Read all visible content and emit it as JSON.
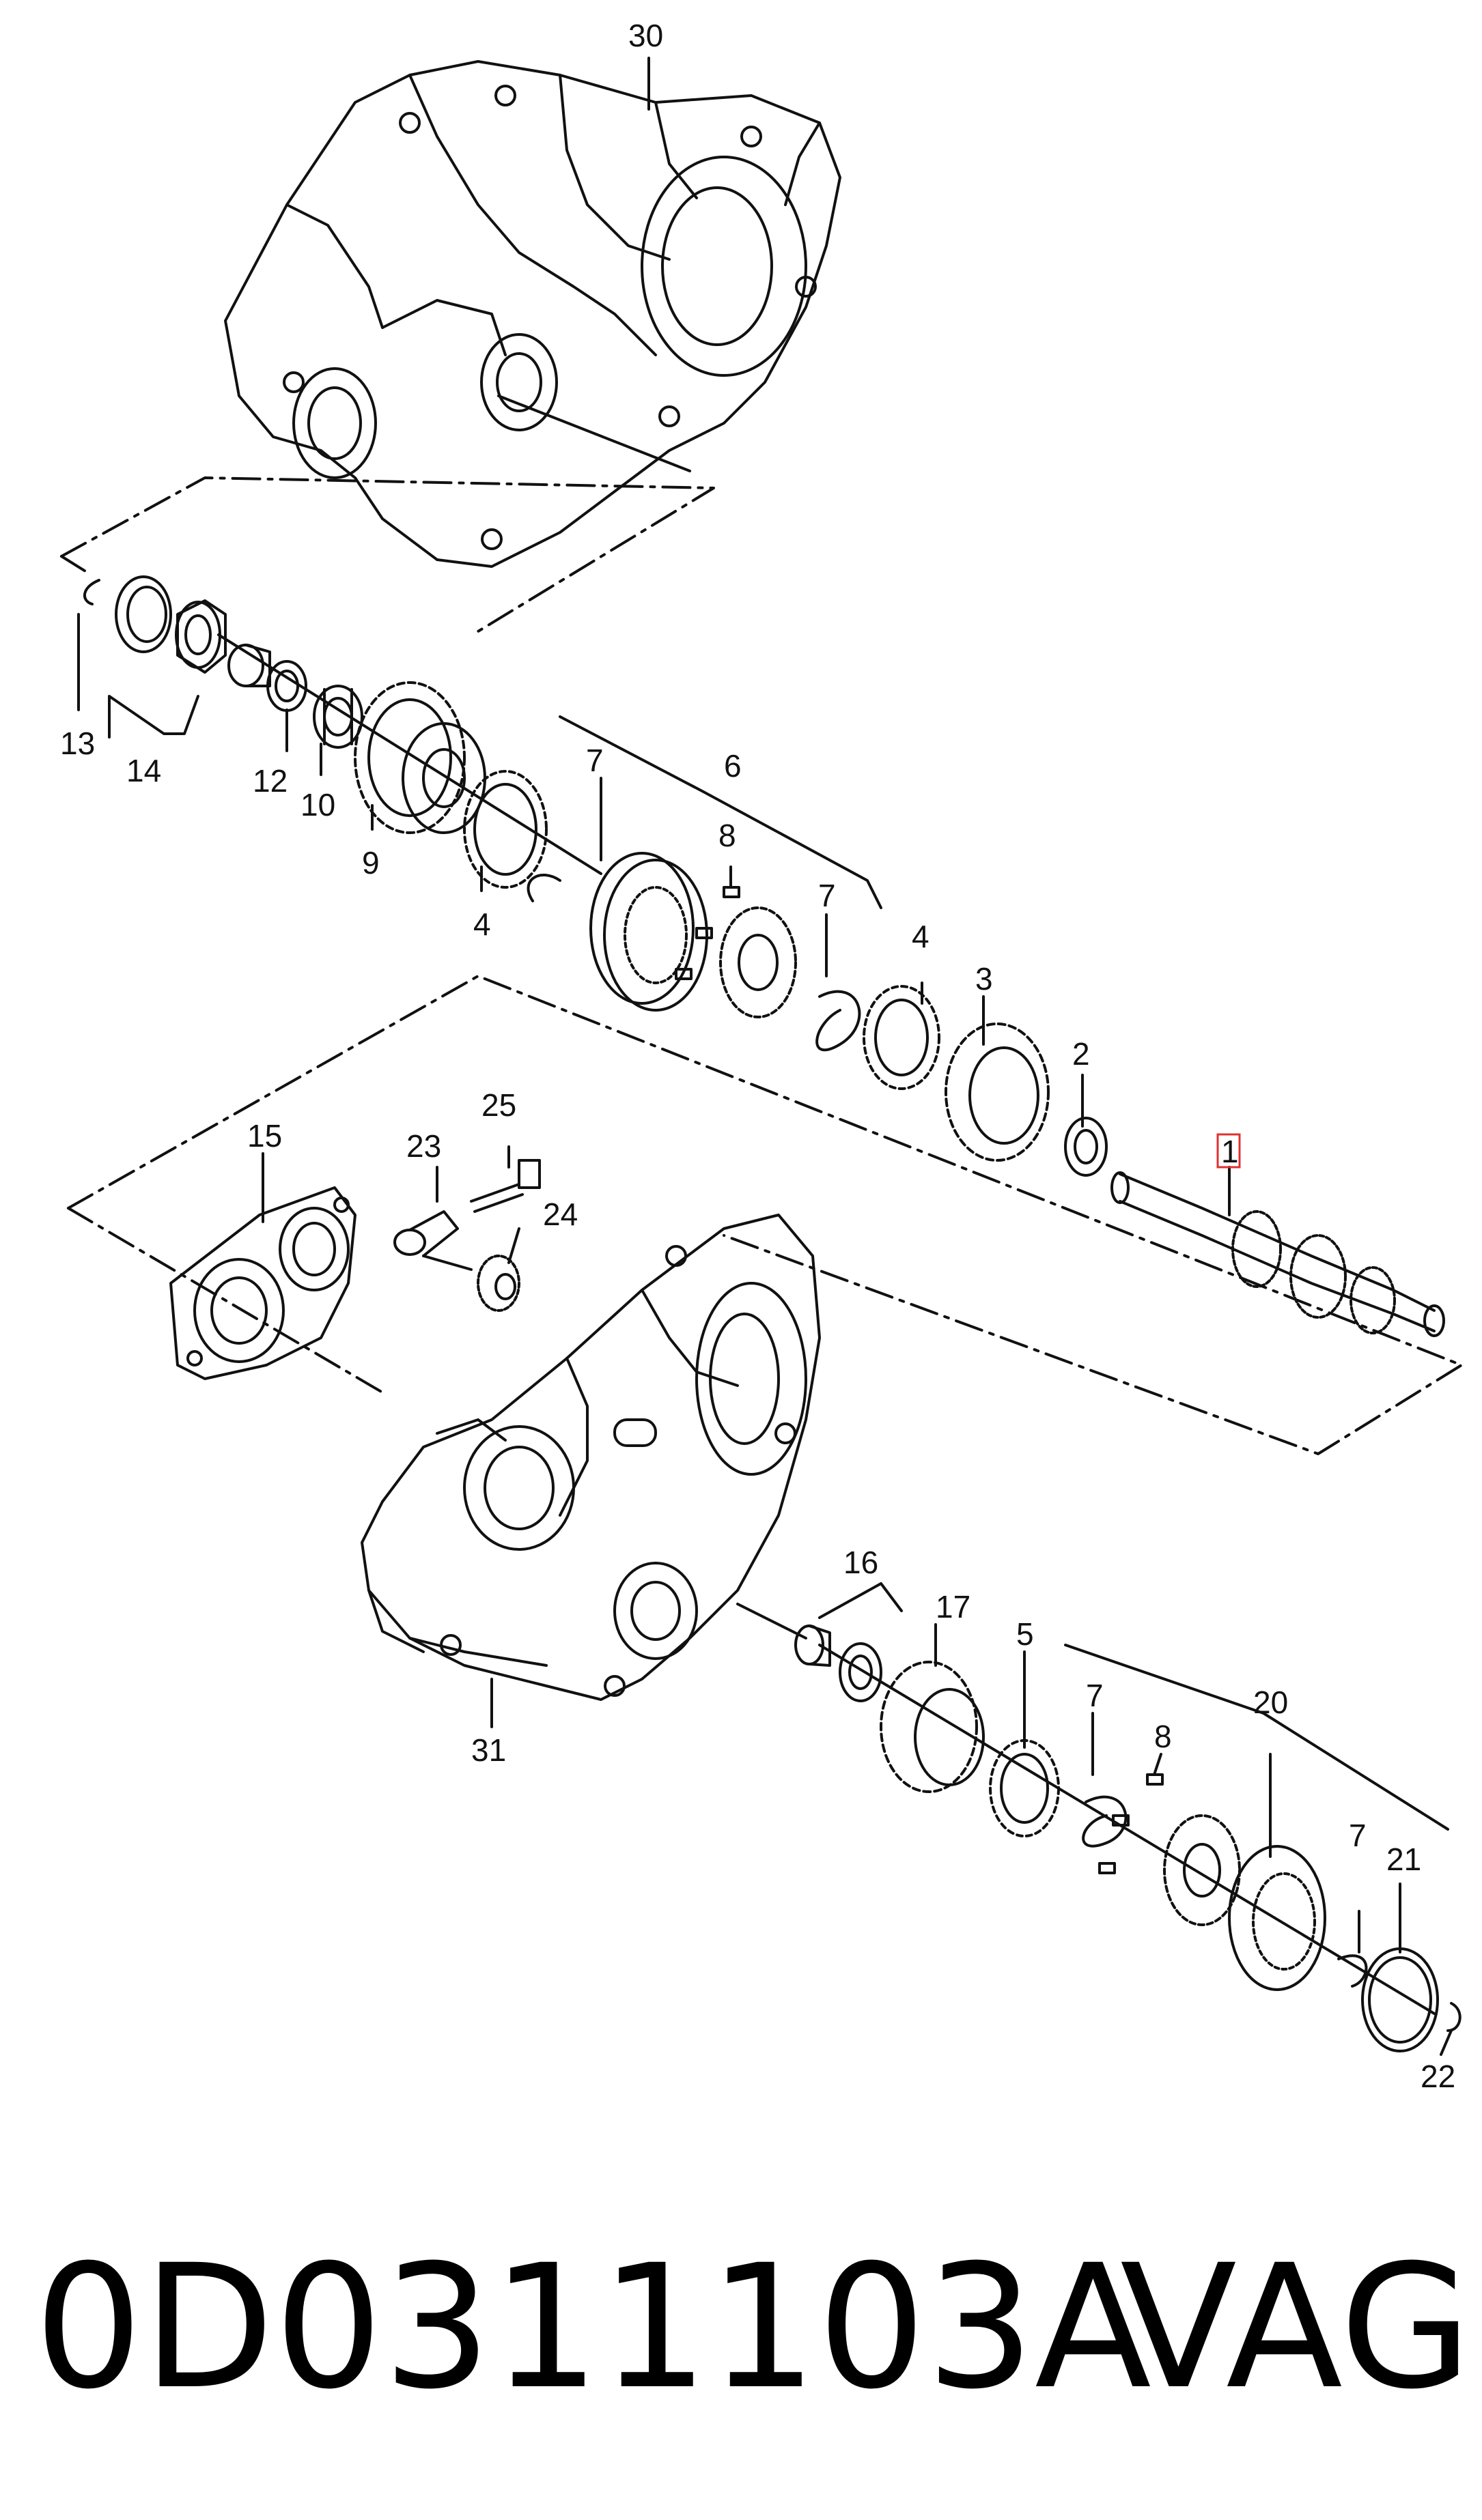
{
  "callouts": {
    "c1": "1",
    "c2": "2",
    "c3": "3",
    "c4a": "4",
    "c4b": "4",
    "c5": "5",
    "c6": "6",
    "c7a": "7",
    "c7b": "7",
    "c7c": "7",
    "c7d": "7",
    "c8a": "8",
    "c8b": "8",
    "c9": "9",
    "c10": "10",
    "c12": "12",
    "c13": "13",
    "c14": "14",
    "c15": "15",
    "c16": "16",
    "c17": "17",
    "c20": "20",
    "c21": "21",
    "c22": "22",
    "c23": "23",
    "c24": "24",
    "c25": "25",
    "c30": "30",
    "c31": "31"
  },
  "highlighted_callout": "1",
  "footer": {
    "part_number": "0D0311103A",
    "brand": "VAG"
  },
  "colors": {
    "line": "#111111",
    "highlight": "#e03030",
    "background": "#ffffff"
  }
}
